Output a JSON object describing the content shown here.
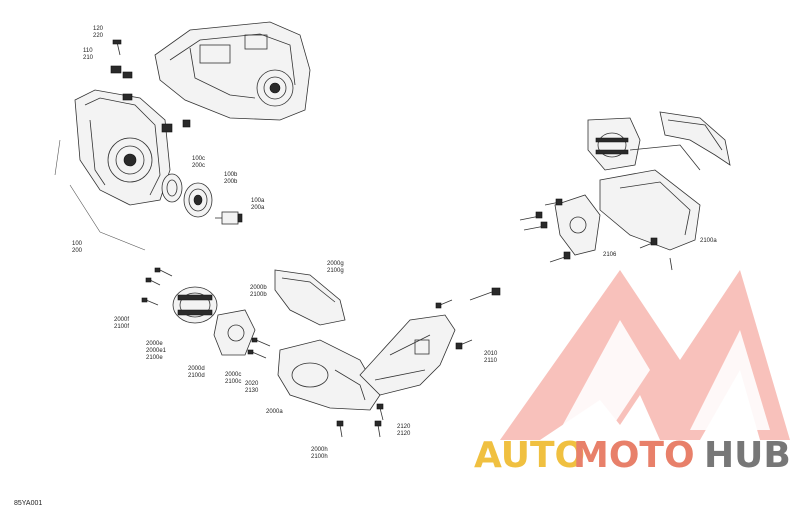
{
  "labels": {
    "l120": [
      "120",
      "220"
    ],
    "l110": [
      "110",
      "210"
    ],
    "l100c": [
      "100c",
      "200c"
    ],
    "l100b": [
      "100b",
      "200b"
    ],
    "l100a": [
      "100a",
      "200a"
    ],
    "l100": [
      "100",
      "200"
    ],
    "l2000g": [
      "2000g",
      "2100g"
    ],
    "l2000b": [
      "2000b",
      "2100b"
    ],
    "l2000f": [
      "2000f",
      "2100f"
    ],
    "l2000e": [
      "2000e",
      "2000e1",
      "2100e"
    ],
    "l2000d": [
      "2000d",
      "2100d"
    ],
    "l2000c": [
      "2000c",
      "2100c"
    ],
    "l2020": [
      "2020",
      "2130"
    ],
    "l2000a": [
      "2000a"
    ],
    "l2010": [
      "2010",
      "2110"
    ],
    "l2120": [
      "2120",
      "2120"
    ],
    "l2000h": [
      "2000h",
      "2100h"
    ],
    "l2100a": [
      "2100a"
    ],
    "l2106": [
      "2106"
    ]
  },
  "diagram_code": "85YA001",
  "watermark": {
    "part1": "AUTO",
    "part2": "MOTO",
    "part3": "HUB",
    "color1": "#f0c040",
    "color2": "#e8806a",
    "color3": "#777777",
    "logo_color": "#ef6a5a"
  }
}
